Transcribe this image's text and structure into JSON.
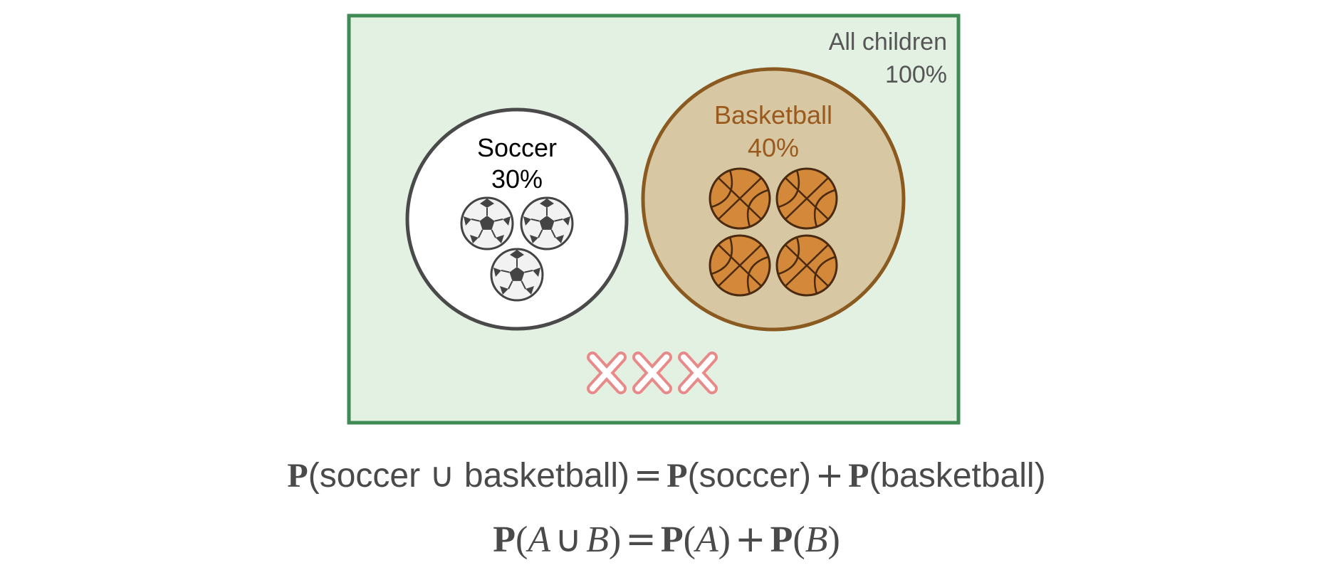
{
  "universe": {
    "title": "All children",
    "percent": "100%",
    "border_color": "#3f8a55",
    "fill_color": "#e3f1e3",
    "label_color": "#555555"
  },
  "soccer": {
    "title": "Soccer",
    "percent": "30%",
    "ball_count": 3,
    "ball_icon": "soccer-ball-icon",
    "border_color": "#4a4a4a",
    "fill_color": "#ffffff",
    "label_color": "#000000"
  },
  "basketball": {
    "title": "Basketball",
    "percent": "40%",
    "ball_count": 4,
    "ball_icon": "basketball-icon",
    "border_color": "#8b5a20",
    "fill_color": "#d7c8a3",
    "label_color": "#9a5a1e"
  },
  "neither": {
    "mark_count": 3,
    "mark_icon": "cross-mark-icon",
    "mark_color": "#e88a8a"
  },
  "formulas": {
    "line1": {
      "p1": "P",
      "arg1": "(soccer ∪ basketball)",
      "eq": "=",
      "p2": "P",
      "arg2": "(soccer)",
      "plus": "+",
      "p3": "P",
      "arg3": "(basketball)"
    },
    "line2": {
      "p1": "P",
      "open1": "(",
      "a": "A",
      "cup": "∪",
      "b": "B",
      "close1": ")",
      "eq": "=",
      "p2": "P",
      "open2": "(",
      "a2": "A",
      "close2": ")",
      "plus": "+",
      "p3": "P",
      "open3": "(",
      "b2": "B",
      "close3": ")"
    }
  }
}
